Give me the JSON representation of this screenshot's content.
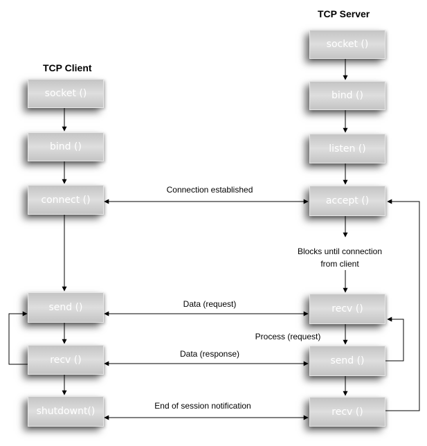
{
  "titles": {
    "client": "TCP Client",
    "server": "TCP Server"
  },
  "client": {
    "socket": "socket ()",
    "bind": "bind ()",
    "connect": "connect ()",
    "send": "send ()",
    "recv": "recv ()",
    "shutdown": "shutdownt()"
  },
  "server": {
    "socket": "socket ()",
    "bind": "bind ()",
    "listen": "listen ()",
    "accept": "accept ()",
    "recv1": "recv ()",
    "send": "send ()",
    "recv2": "recv ()"
  },
  "labels": {
    "connection": "Connection established",
    "blocks_line1": "Blocks until connection",
    "blocks_line2": "from client",
    "data_request": "Data (request)",
    "process": "Process (request)",
    "data_response": "Data (response)",
    "end_session": "End of session notification"
  }
}
